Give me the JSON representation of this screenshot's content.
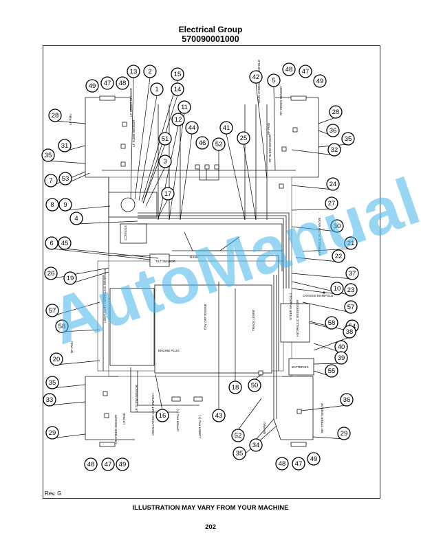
{
  "header": {
    "title": "Electrical Group",
    "part_number": "570090001000"
  },
  "footer": {
    "revision": "Rev. G",
    "caption": "ILLUSTRATION MAY VARY FROM YOUR MACHINE",
    "page": "202"
  },
  "watermark": {
    "text": "AutoManual",
    "color": "#46b4eb"
  },
  "callouts": [
    "49",
    "47",
    "48",
    "13",
    "2",
    "1",
    "15",
    "14",
    "12",
    "11",
    "28",
    "31",
    "35",
    "7",
    "53",
    "51",
    "3",
    "44",
    "46",
    "52",
    "41",
    "25",
    "42",
    "5",
    "48",
    "47",
    "49",
    "28",
    "36",
    "35",
    "32",
    "24",
    "27",
    "8",
    "9",
    "4",
    "17",
    "30",
    "21",
    "6",
    "45",
    "26",
    "19",
    "57",
    "58",
    "20",
    "35",
    "33",
    "29",
    "48",
    "47",
    "49",
    "16",
    "43",
    "18",
    "50",
    "52",
    "34",
    "35",
    "22",
    "37",
    "23",
    "10",
    "57",
    "54",
    "58",
    "40",
    "38",
    "39",
    "55",
    "36",
    "29",
    "48",
    "47",
    "49"
  ],
  "labels": {
    "lf_pmu": "LF PMU",
    "lf_steer_sensor": "LF STEER SENSOR",
    "lf_slew_sensor": "LF SLEW SENSOR",
    "console": "CONSOLE",
    "tilt_sensor": "TILT SENSOR",
    "rf_pmu": "RF PMU",
    "rf_steer_sensor": "RF STEER SENSOR",
    "rf_slew_sensor": "RF SLEW SENSOR",
    "main_hydraulic_manifold": "MAIN HYDRAULIC MANIFOLD",
    "hydraulic_flow_valve": "HYDRAULIC FLOW VALVE",
    "chassis_manifold": "CHASSIS MANIFOLD",
    "steer_manifold": "STEER MANIFOLD",
    "hydraulic_reservoir": "HYDRAULIC RESERVOIR",
    "batteries": "BATTERIES",
    "light_duty_hydraulic_manifold": "LIGHT DUTY HYDRAULIC MANIFOLD",
    "rf_pmu_left": "RF PMU",
    "engine": "DAY OFF ENGINE",
    "track_lever": "TRACK LEVER",
    "lr_slew_sensor": "LR SLEW SENSOR",
    "lr_steer_sensor": "LR STEER SENSOR",
    "lr_pmu": "LR PMU",
    "lr_axle_upper": "UPPER PAU (+)",
    "lr_axle_lower": "LOWER PAU (+)",
    "oscillating_limit": "OSCILLATING LIMIT SWITCH",
    "rr_steer_sensor": "RR STEER SENSOR",
    "rr_pmu": "RR PMU",
    "engine_plug": "ENGINE PLUG",
    "dash": "DASH"
  }
}
